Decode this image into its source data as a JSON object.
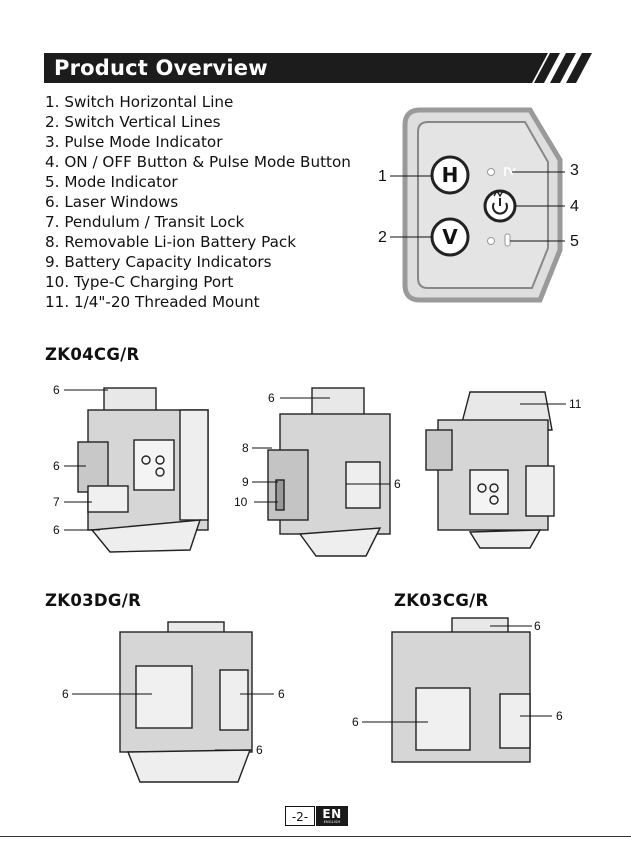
{
  "header": {
    "title": "Product Overview"
  },
  "parts": [
    "1. Switch Horizontal Line",
    "2. Switch Vertical Lines",
    "3. Pulse Mode Indicator",
    "4. ON / OFF Button & Pulse Mode Button",
    "5. Mode Indicator",
    "6. Laser Windows",
    "7. Pendulum / Transit Lock",
    "8. Removable Li-ion Battery Pack",
    "9. Battery Capacity Indicators",
    "10. Type-C Charging Port",
    "11. 1/4\"-20 Threaded Mount"
  ],
  "panel": {
    "h_label": "H",
    "v_label": "V",
    "callouts": [
      "1",
      "2",
      "3",
      "4",
      "5"
    ]
  },
  "models": {
    "zk04": "ZK04CG/R",
    "zk03d": "ZK03DG/R",
    "zk03c": "ZK03CG/R"
  },
  "callouts": {
    "six": "6",
    "seven": "7",
    "eight": "8",
    "nine": "9",
    "ten": "10",
    "eleven": "11"
  },
  "footer": {
    "page": "-2-",
    "lang": "EN",
    "lang_sub": "ENGLISH"
  }
}
